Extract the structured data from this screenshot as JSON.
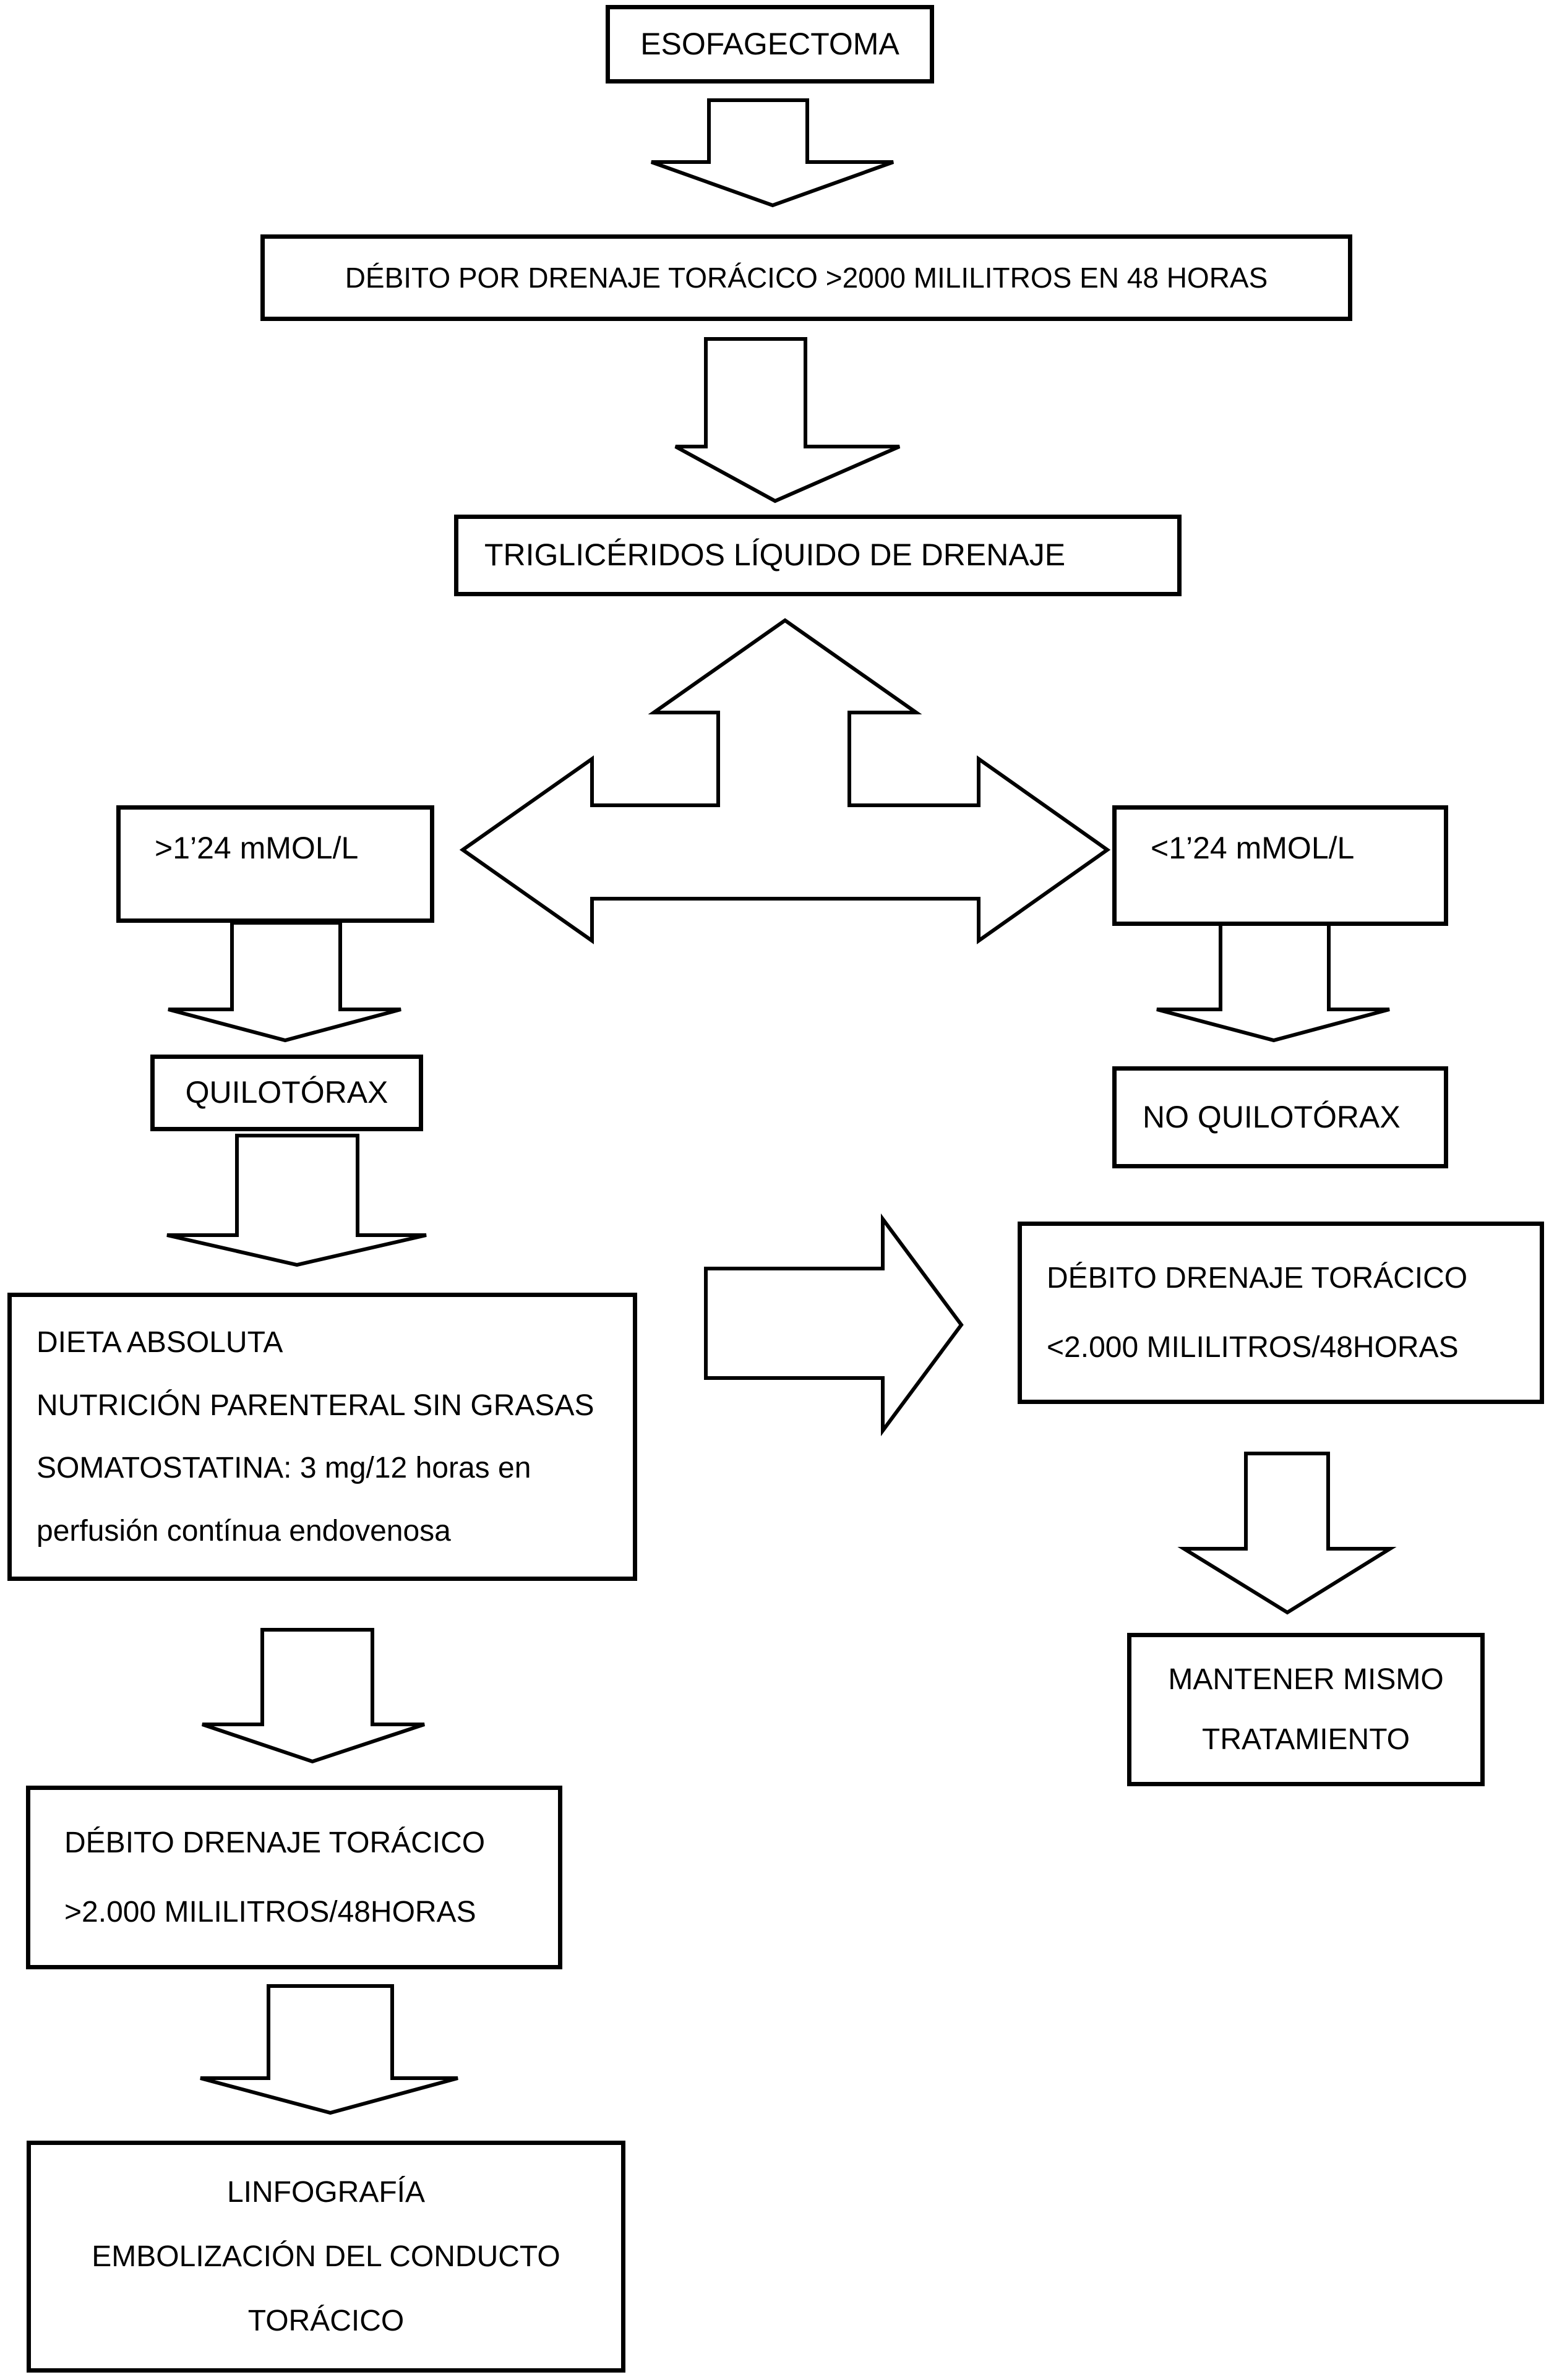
{
  "colors": {
    "ink": "#000000",
    "paper": "#ffffff"
  },
  "nodes": {
    "esofagectoma": {
      "label": "ESOFAGECTOMA"
    },
    "debito_48h": {
      "label": "DÉBITO POR DRENAJE TORÁCICO >2000 MILILITROS EN 48 HORAS"
    },
    "trigliceridos": {
      "label": "TRIGLICÉRIDOS LÍQUIDO DE DRENAJE"
    },
    "mayor_124": {
      "label": ">1’24 mMOL/L"
    },
    "menor_124": {
      "label": "<1’24 mMOL/L"
    },
    "quilotorax": {
      "label": "QUILOTÓRAX"
    },
    "no_quilotorax": {
      "label": "NO QUILOTÓRAX"
    },
    "tratamiento": {
      "lines": [
        "DIETA ABSOLUTA",
        "NUTRICIÓN PARENTERAL SIN GRASAS",
        "SOMATOSTATINA: 3 mg/12 horas en",
        "perfusión contínua endovenosa"
      ]
    },
    "debito_menor_2000": {
      "lines": [
        "DÉBITO DRENAJE TORÁCICO",
        "<2.000 MILILITROS/48HORAS"
      ]
    },
    "mantener": {
      "lines": [
        "MANTENER MISMO",
        "TRATAMIENTO"
      ]
    },
    "debito_mayor_2000": {
      "lines": [
        "DÉBITO DRENAJE TORÁCICO",
        ">2.000 MILILITROS/48HORAS"
      ]
    },
    "linfografia": {
      "lines": [
        "LINFOGRAFÍA",
        "EMBOLIZACIÓN DEL CONDUCTO",
        "TORÁCICO"
      ]
    }
  }
}
